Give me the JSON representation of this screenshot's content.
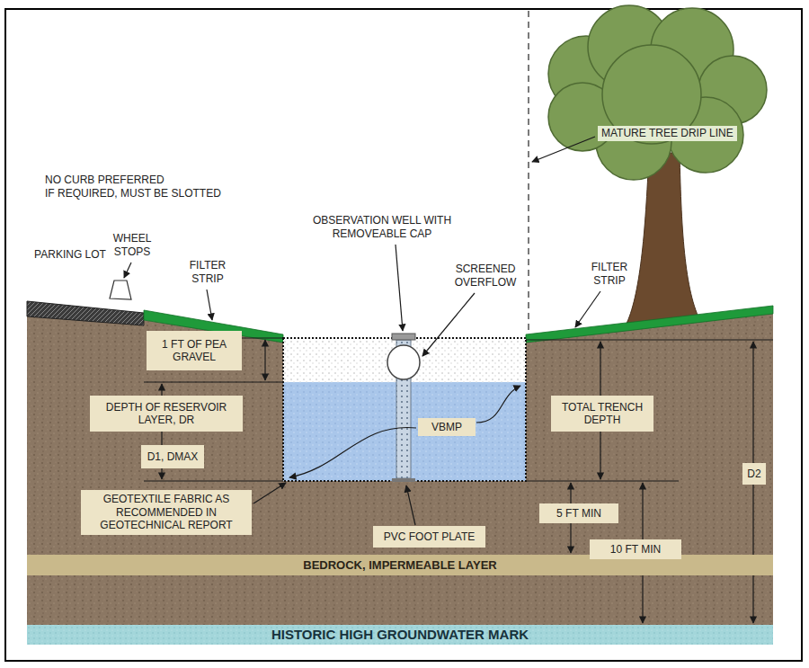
{
  "diagram": {
    "nodes": [
      {
        "text": [
          "1 FT OF PEA GRAVEL"
        ]
      },
      {
        "text": [
          "DEPTH OF RESERVOIR LAYER, DR"
        ]
      },
      {
        "text": [
          "VBMP"
        ]
      },
      {
        "text": [
          "TOTAL TRENCH DEPTH"
        ]
      },
      {
        "text": [
          "D2"
        ]
      },
      {
        "text": [
          "D1, DMAX"
        ]
      },
      {
        "text": [
          "GEOTEXTILE FABRIC AS RECOMMENDED IN GEOTECHNICAL REPORT"
        ]
      },
      {
        "text": [
          "PVC FOOT PLATE"
        ]
      },
      {
        "text": [
          "5 FT MIN"
        ]
      },
      {
        "text": [
          "10 FT MIN"
        ]
      },
      {
        "text": [
          "BEDROCK, IMPERMEABLE LAYER"
        ]
      },
      {
        "text": [
          "HISTORIC HIGH GROUNDWATER MARK"
        ]
      }
    ],
    "labels": [
      "NO CURB PREFERRED",
      "IF REQUIRED, MUST BE SLOTTED",
      "PARKING LOT",
      "WHEEL STOPS",
      "FILTER STRIP",
      "OBSERVATION WELL WITH REMOVEABLE CAP",
      "SCREENED OVERFLOW",
      "MATURE TREE DRIP LINE",
      "FILTER STRIP"
    ]
  }
}
